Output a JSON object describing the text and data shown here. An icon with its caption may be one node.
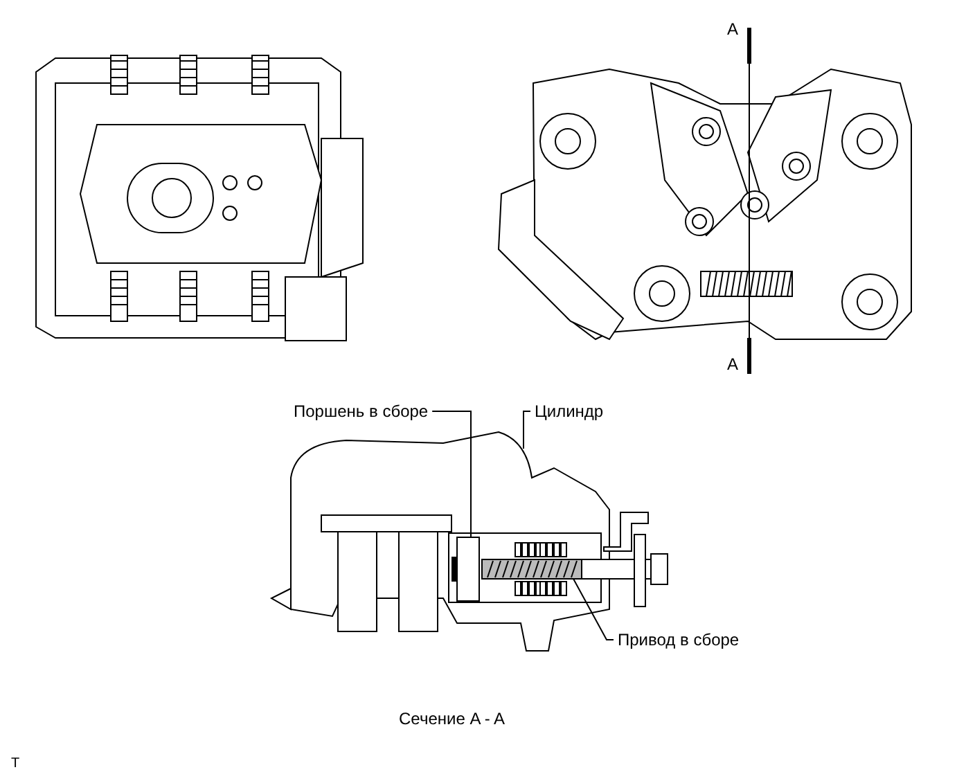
{
  "diagram": {
    "nodes": [
      {
        "text": [
          "Поршень в сборе"
        ]
      },
      {
        "text": [
          "Цилиндр"
        ]
      },
      {
        "text": [
          "Привод в сборе"
        ]
      },
      {
        "text": [],
        "shape": "box",
        "in": 4
      },
      {
        "text": [],
        "shape": "picture"
      },
      {
        "text": [],
        "shape": "box",
        "in": 4
      }
    ],
    "edges": [
      {
        "from": 0,
        "to": 3,
        "arrow": "none"
      },
      {
        "from": 1,
        "to": 4,
        "arrow": "none"
      },
      {
        "from": 2,
        "to": 5,
        "arrow": "none"
      }
    ],
    "labels": [
      "A",
      "A",
      "Сечение A - A",
      "T"
    ]
  }
}
